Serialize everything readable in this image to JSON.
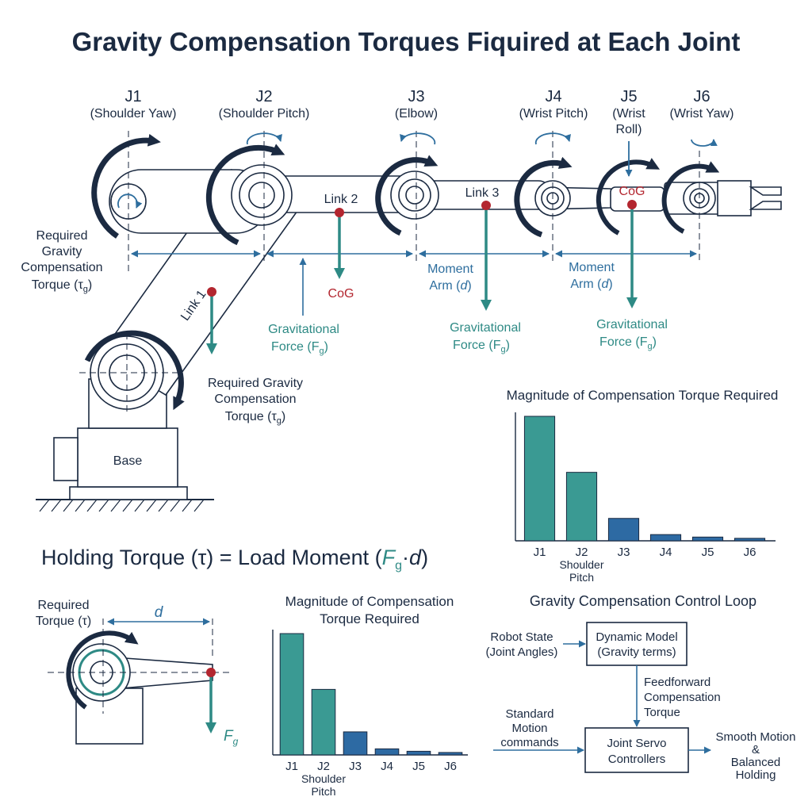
{
  "title": "Gravity Compensation Torques Fiquired at Each Joint",
  "colors": {
    "navy": "#1b2a41",
    "arrow_blue": "#2e6e9e",
    "teal": "#2e8a85",
    "bar_teal": "#3a9a93",
    "bar_blue": "#2d6aa3",
    "cog_red": "#b3262f",
    "line_gray": "#6a7480"
  },
  "joints": [
    {
      "name": "J1",
      "desc_lines": [
        "(Shoulder Yaw)"
      ]
    },
    {
      "name": "J2",
      "desc_lines": [
        "(Shoulder Pitch)"
      ]
    },
    {
      "name": "J3",
      "desc_lines": [
        "(Elbow)"
      ]
    },
    {
      "name": "J4",
      "desc_lines": [
        "(Wrist Pitch)"
      ]
    },
    {
      "name": "J5",
      "desc_lines": [
        "(Wrist",
        "Roll)"
      ]
    },
    {
      "name": "J6",
      "desc_lines": [
        "(Wrist Yaw)"
      ]
    }
  ],
  "labels": {
    "req_torque_left": [
      "Required",
      "Gravity",
      "Compensation",
      "Torque (τ",
      "g",
      ")"
    ],
    "req_torque_mid": [
      "Required Gravity",
      "Compensation",
      "Torque (τ",
      "g",
      ")"
    ],
    "link1": "Link 1",
    "link2": "Link 2",
    "link3": "Link 3",
    "cog": "CoG",
    "grav_force": [
      "Gravitational",
      "Force (F",
      "g",
      ")"
    ],
    "moment_arm": [
      "Moment",
      "Arm (",
      "d",
      ")"
    ],
    "base": "Base"
  },
  "equation": {
    "lhs": "Holding Torque (τ) = Load Moment (",
    "f": "F",
    "sub": "g",
    "dot": "·",
    "d": "d",
    "close": ")"
  },
  "small_diagram": {
    "req_torque": [
      "Required",
      "Torque (τ)"
    ],
    "d": "d",
    "f": "F",
    "sub": "g"
  },
  "chart_data": [
    {
      "type": "bar",
      "title": "Magnitude of Compensation Torque Required",
      "categories": [
        "J1",
        "J2",
        "J3",
        "J4",
        "J5",
        "J6"
      ],
      "category_sublabels": [
        "",
        "Shoulder Pitch",
        "",
        "",
        "",
        ""
      ],
      "values": [
        100,
        55,
        18,
        5,
        3,
        2
      ],
      "colors": [
        "#3a9a93",
        "#3a9a93",
        "#2d6aa3",
        "#2d6aa3",
        "#2d6aa3",
        "#2d6aa3"
      ],
      "ylim": [
        0,
        100
      ],
      "grid": false
    },
    {
      "type": "bar",
      "title": "Magnitude of Compensation Torque Required",
      "categories": [
        "J1",
        "J2",
        "J3",
        "J4",
        "J5",
        "J6"
      ],
      "category_sublabels": [
        "",
        "Shoulder Pitch",
        "",
        "",
        "",
        ""
      ],
      "values": [
        100,
        54,
        19,
        5,
        3,
        2
      ],
      "colors": [
        "#3a9a93",
        "#3a9a93",
        "#2d6aa3",
        "#2d6aa3",
        "#2d6aa3",
        "#2d6aa3"
      ],
      "ylim": [
        0,
        100
      ],
      "grid": false
    }
  ],
  "control_loop": {
    "title": "Gravity Compensation Control Loop",
    "robot_state": [
      "Robot State",
      "(Joint Angles)"
    ],
    "dynamic_model": [
      "Dynamic Model",
      "(Gravity terms)"
    ],
    "feedforward": [
      "Feedforward",
      "Compensation",
      "Torque"
    ],
    "standard": [
      "Standard",
      "Motion",
      "commands"
    ],
    "servo": [
      "Joint Servo",
      "Controllers"
    ],
    "output": [
      "Smooth Motion",
      "&",
      "Balanced",
      "Holding"
    ]
  }
}
